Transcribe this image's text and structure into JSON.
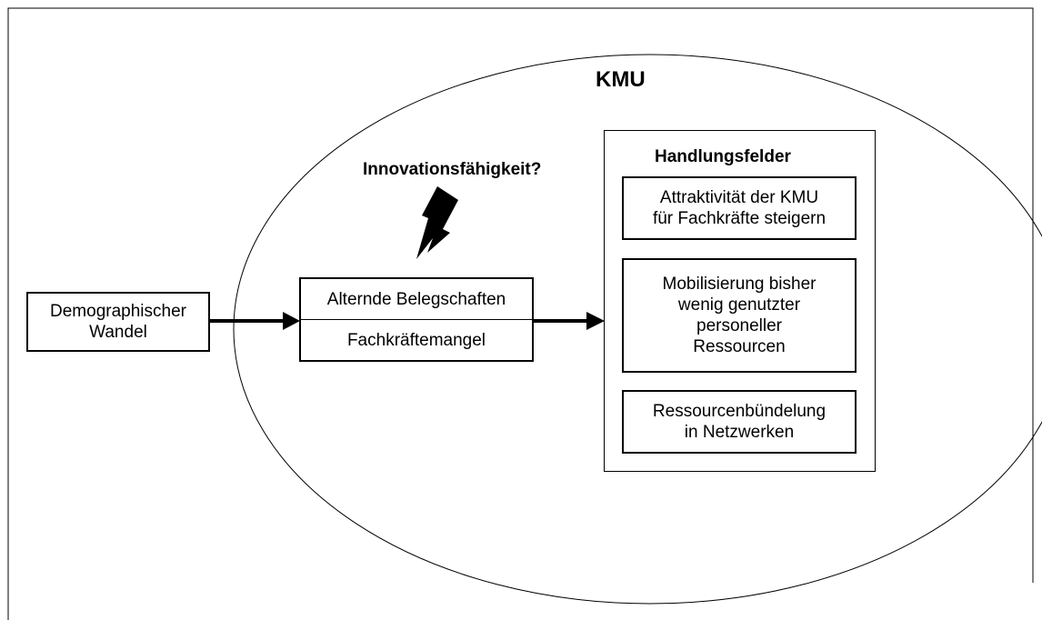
{
  "diagram": {
    "kmu_label": "KMU",
    "innovation_label": "Innovationsfähigkeit?",
    "input_box": {
      "line1": "Demographischer",
      "line2": "Wandel"
    },
    "center_box": {
      "row1": "Alternde Belegschaften",
      "row2": "Fachkräftemangel"
    },
    "handlungsfelder": {
      "title": "Handlungsfelder",
      "items": [
        {
          "line1": "Attraktivität der KMU",
          "line2": "für Fachkräfte steigern"
        },
        {
          "line1": "Mobilisierung bisher",
          "line2": "wenig genutzter",
          "line3": "personeller",
          "line4": "Ressourcen"
        },
        {
          "line1": "Ressourcenbündelung",
          "line2": "in Netzwerken"
        }
      ]
    },
    "icons": {
      "lightning": "lightning-bolt-icon"
    }
  }
}
